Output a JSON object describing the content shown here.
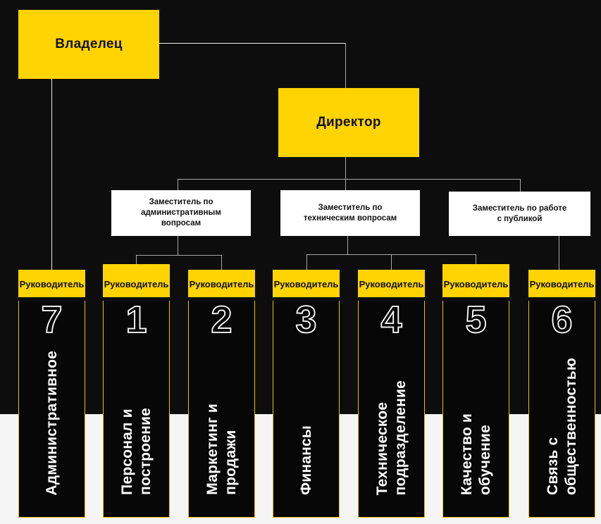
{
  "colors": {
    "yellow": "#FFD400",
    "background": "#0D0D0D",
    "panel_black": "#070707",
    "column_border": "#EDBE00",
    "white_strip": "#F5F5F5",
    "box_white": "#FFFFFF",
    "line": "#A8A8A8",
    "line_bright": "#EDEDED",
    "text_dark": "#121212",
    "text_white": "#FFFFFF"
  },
  "owner": {
    "label": "Владелец"
  },
  "director": {
    "label": "Директор"
  },
  "deputies": [
    {
      "label": "Заместитель по административным вопросам"
    },
    {
      "label": "Заместитель по техническим вопросам"
    },
    {
      "label": "Заместитель по работе с публикой"
    }
  ],
  "columns": [
    {
      "role": "Руководитель",
      "number": "7",
      "label": "Административное"
    },
    {
      "role": "Руководитель",
      "number": "1",
      "label": "Персонал и\nпостроение"
    },
    {
      "role": "Руководитель",
      "number": "2",
      "label": "Маркетинг и\nпродажи"
    },
    {
      "role": "Руководитель",
      "number": "3",
      "label": "Финансы"
    },
    {
      "role": "Руководитель",
      "number": "4",
      "label": "Техническое\nподразделение"
    },
    {
      "role": "Руководитель",
      "number": "5",
      "label": "Качество и\nобучение"
    },
    {
      "role": "Руководитель",
      "number": "6",
      "label": "Связь с\nобщественностью"
    }
  ]
}
